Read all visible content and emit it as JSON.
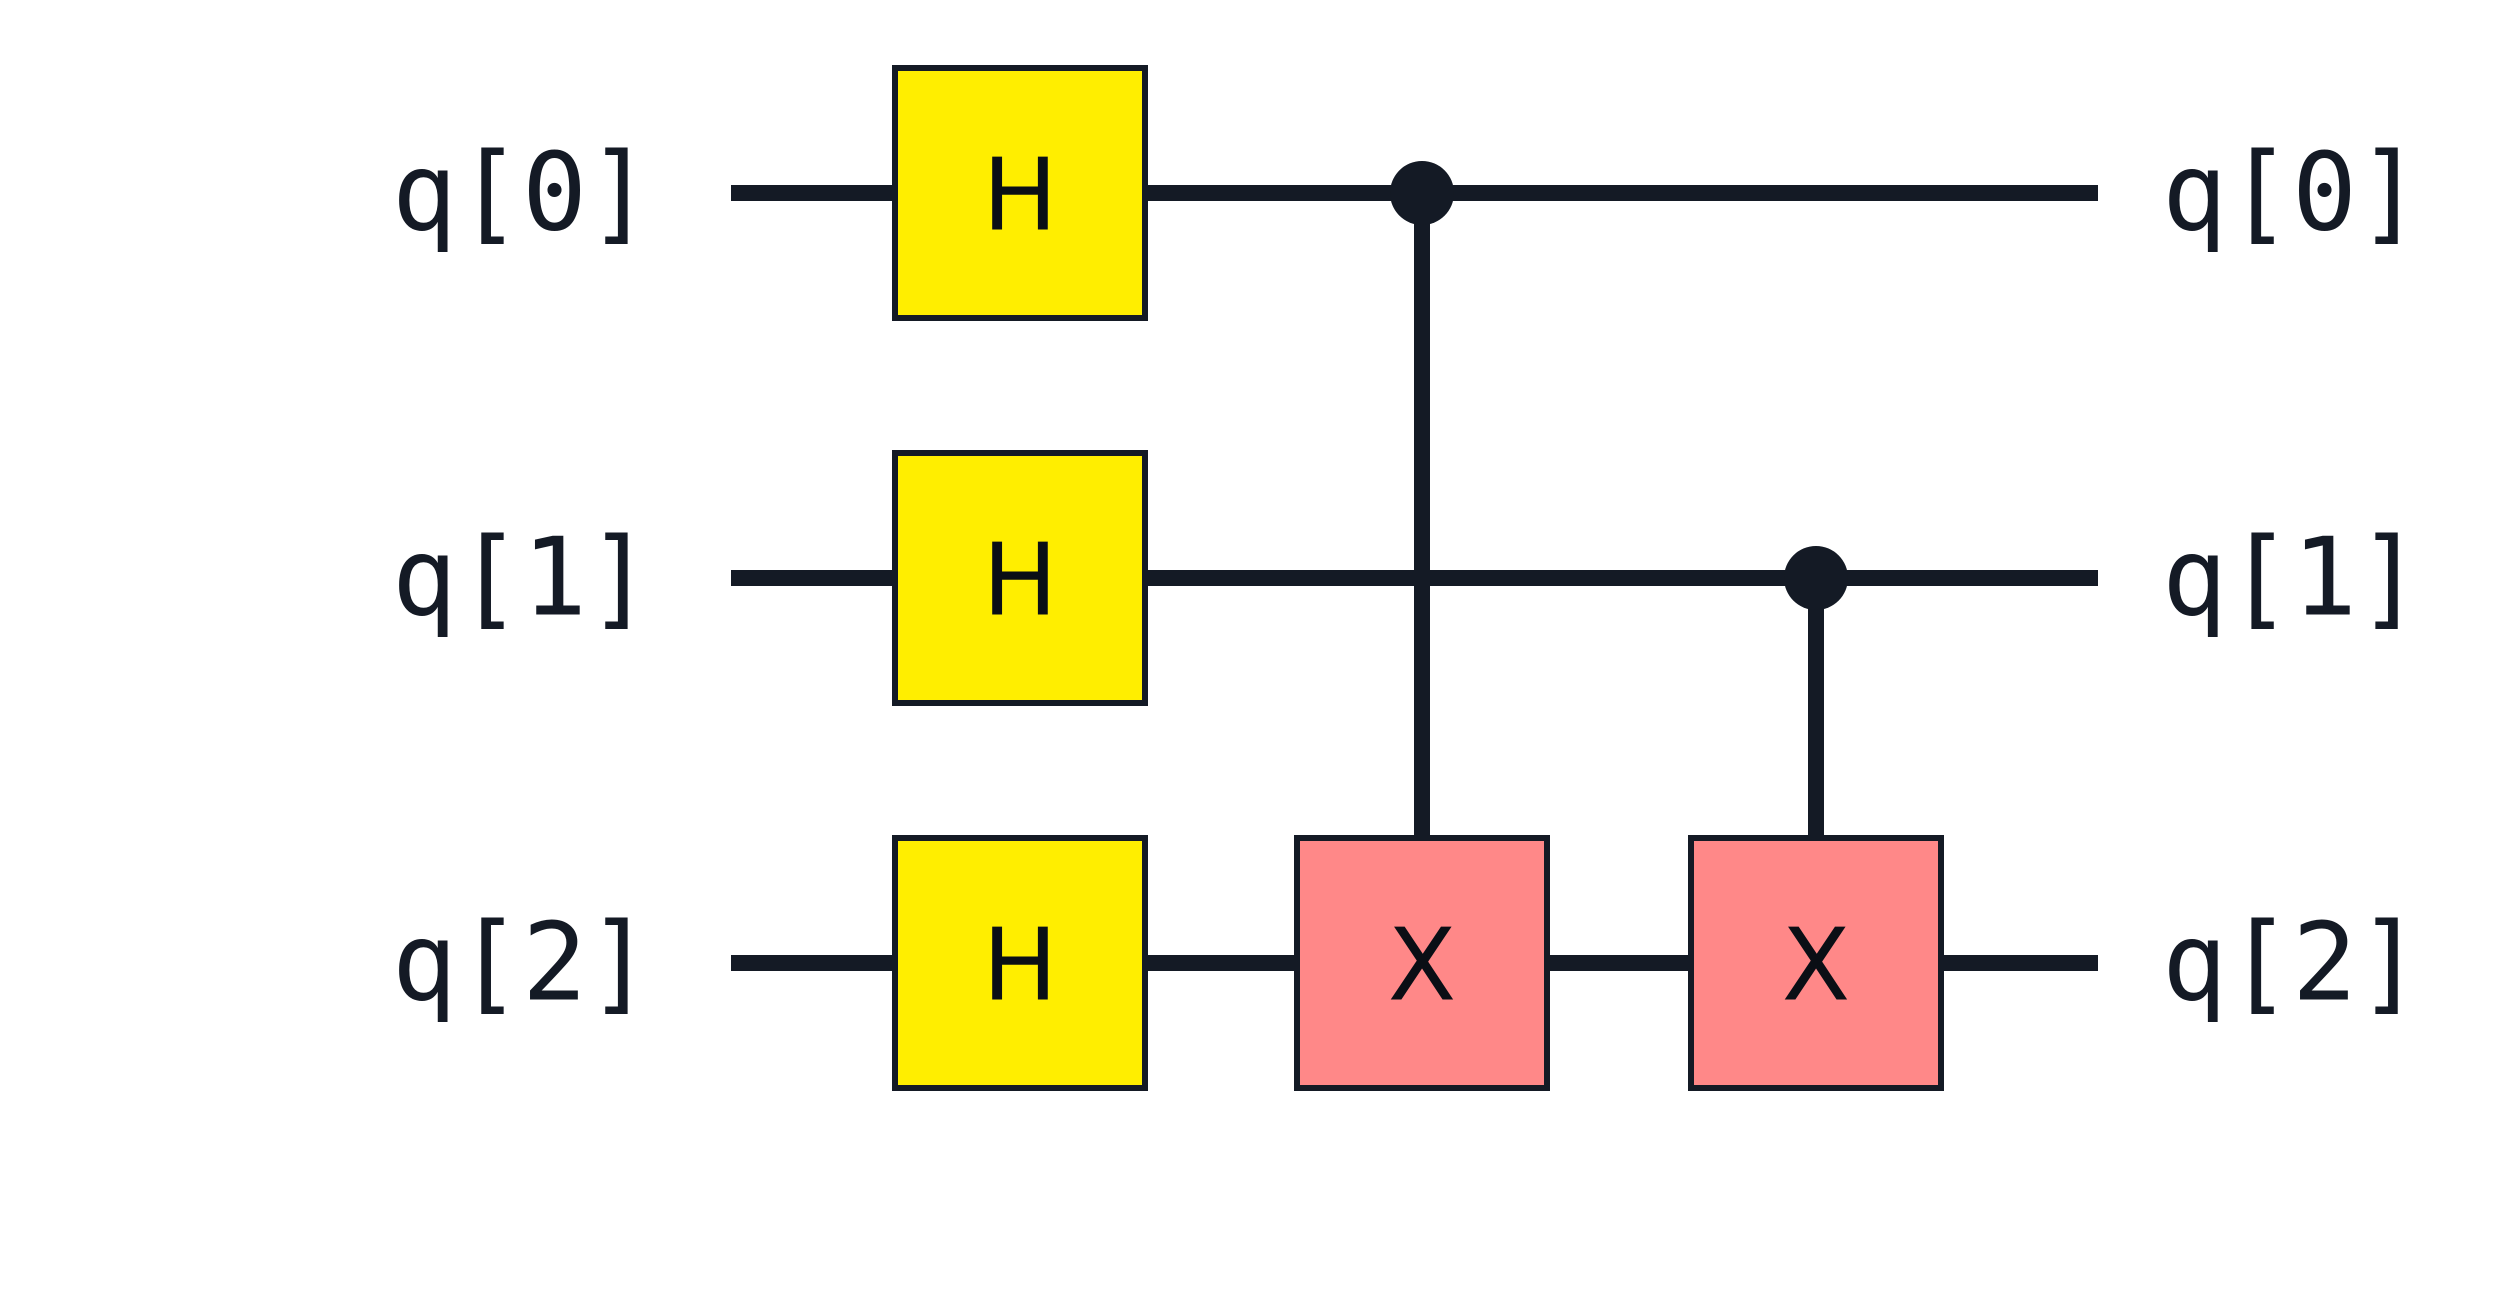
{
  "diagram": {
    "type": "quantum-circuit",
    "colors": {
      "wire": "#141a25",
      "h_gate_fill": "#ffee00",
      "x_gate_fill": "#ff8888",
      "background": "#ffffff"
    },
    "qubits": [
      {
        "id": 0,
        "left_label": "q[0]",
        "right_label": "q[0]"
      },
      {
        "id": 1,
        "left_label": "q[1]",
        "right_label": "q[1]"
      },
      {
        "id": 2,
        "left_label": "q[2]",
        "right_label": "q[2]"
      }
    ],
    "gates": [
      {
        "kind": "H",
        "label": "H",
        "qubit": 0,
        "step": 0
      },
      {
        "kind": "H",
        "label": "H",
        "qubit": 1,
        "step": 0
      },
      {
        "kind": "H",
        "label": "H",
        "qubit": 2,
        "step": 0
      },
      {
        "kind": "CX",
        "label": "X",
        "control": 0,
        "target": 2,
        "step": 1
      },
      {
        "kind": "CX",
        "label": "X",
        "control": 1,
        "target": 2,
        "step": 2
      }
    ]
  }
}
